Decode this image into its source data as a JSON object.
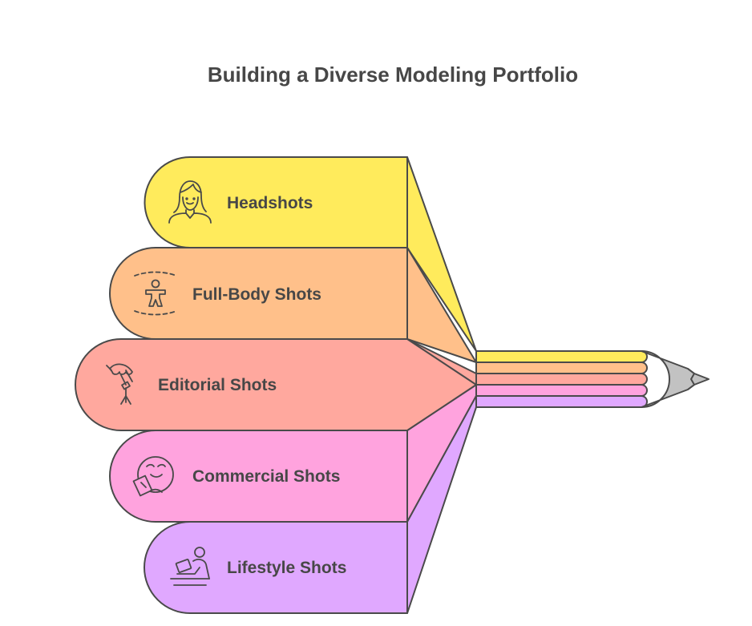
{
  "title": "Building a Diverse Modeling Portfolio",
  "items": [
    {
      "label": "Headshots",
      "icon": "woman-portrait-icon",
      "color": "#FFEB5C"
    },
    {
      "label": "Full-Body Shots",
      "icon": "full-body-pose-icon",
      "color": "#FFC08A"
    },
    {
      "label": "Editorial Shots",
      "icon": "photo-umbrella-light-icon",
      "color": "#FFA89E"
    },
    {
      "label": "Commercial Shots",
      "icon": "smiling-face-with-card-icon",
      "color": "#FFA3DE"
    },
    {
      "label": "Lifestyle Shots",
      "icon": "person-relaxing-with-laptop-icon",
      "color": "#E0A8FF"
    }
  ],
  "pencil": {
    "wood_color": "#C2C2C2",
    "outline_color": "#4A4A4A"
  }
}
